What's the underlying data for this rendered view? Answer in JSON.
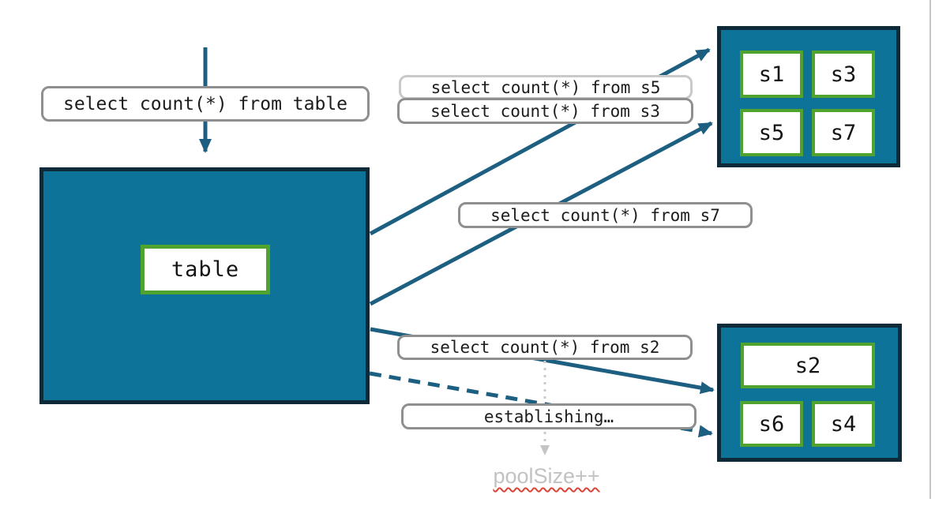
{
  "diagram": {
    "table_label": "table",
    "queries": {
      "table": "select count(*) from table",
      "s5": "select count(*) from s5",
      "s3": "select count(*) from s3",
      "s7": "select count(*) from s7",
      "s2": "select count(*) from s2"
    },
    "status": {
      "establishing": "establishing…",
      "pool_size": "poolSize++"
    },
    "shards": {
      "top": [
        "s1",
        "s3",
        "s5",
        "s7"
      ],
      "bottom": [
        "s2",
        "s6",
        "s4"
      ]
    }
  },
  "colors": {
    "container_fill": "#0E7399",
    "container_border": "#0E2A38",
    "cell_border_green": "#4FA32E",
    "arrow_teal": "#1D5F80",
    "pill_border_gray": "#8F8F8F",
    "pill_border_light": "#C9C9C9",
    "pool_size_text_gray": "#C2C2C2",
    "spellcheck_red": "#DB4437",
    "dotted_arrow_gray": "#CBCBCB"
  }
}
